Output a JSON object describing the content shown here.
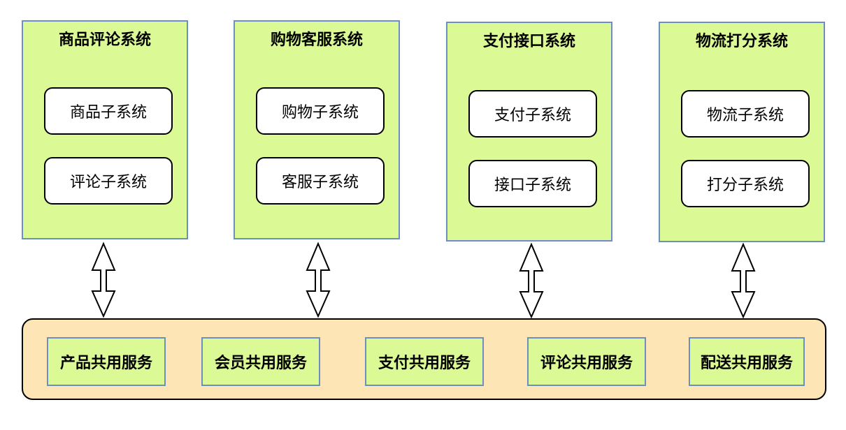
{
  "systems": [
    {
      "title": "商品评论系统",
      "subsystems": [
        "商品子系统",
        "评论子系统"
      ]
    },
    {
      "title": "购物客服系统",
      "subsystems": [
        "购物子系统",
        "客服子系统"
      ]
    },
    {
      "title": "支付接口系统",
      "subsystems": [
        "支付子系统",
        "接口子系统"
      ]
    },
    {
      "title": "物流打分系统",
      "subsystems": [
        "物流子系统",
        "打分子系统"
      ]
    }
  ],
  "services": [
    "产品共用服务",
    "会员共用服务",
    "支付共用服务",
    "评论共用服务",
    "配送共用服务"
  ],
  "colors": {
    "system_fill": "#dbfa95",
    "system_border": "#6d8fc0",
    "bus_fill": "#fde5b6",
    "node_fill": "#ffffff"
  }
}
